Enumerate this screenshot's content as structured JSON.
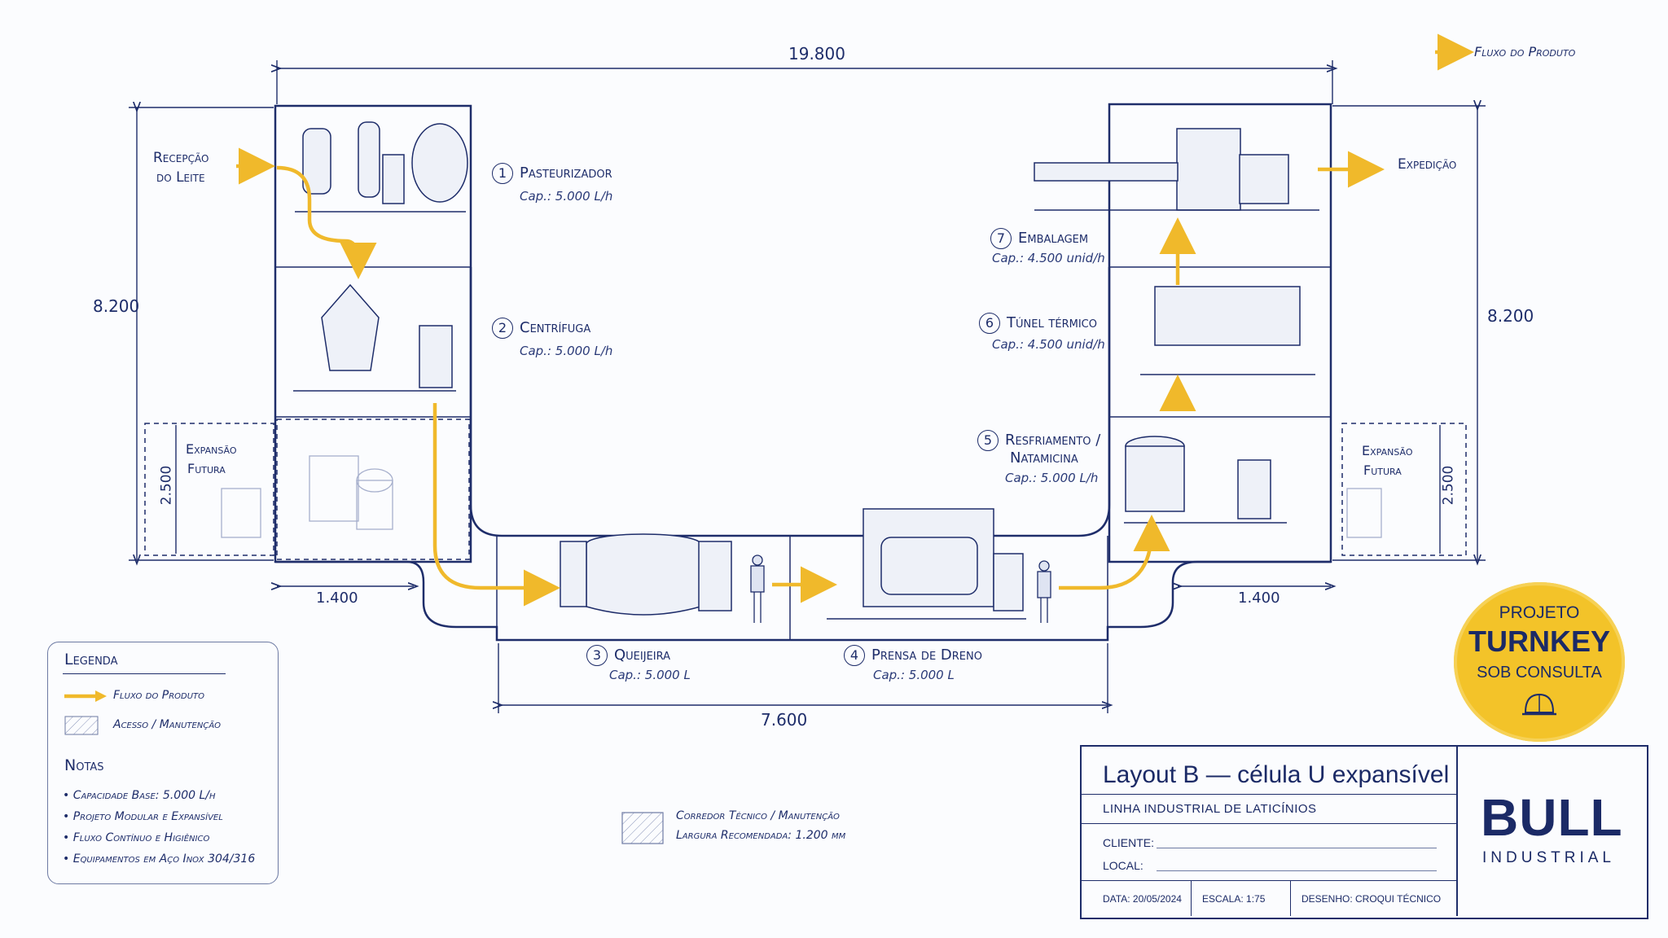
{
  "legend_flow": {
    "label": "Fluxo do Produto"
  },
  "dimensions": {
    "top_width": "19.800",
    "left_height": "8.200",
    "right_height": "8.200",
    "left_expansion_height": "2.500",
    "right_expansion_height": "2.500",
    "left_expansion_width": "1.400",
    "right_expansion_width": "1.400",
    "bottom_width": "7.600"
  },
  "inputs": {
    "receipt_line1": "Recepção",
    "receipt_line2": "do Leite",
    "shipping": "Expedição"
  },
  "expansion": {
    "line1": "Expansão",
    "line2": "Futura"
  },
  "stations": [
    {
      "number": "1",
      "name": "Pasteurizador",
      "capacity": "Cap.: 5.000 L/h"
    },
    {
      "number": "2",
      "name": "Centrífuga",
      "capacity": "Cap.: 5.000 L/h"
    },
    {
      "number": "3",
      "name": "Queijeira",
      "capacity": "Cap.: 5.000 L"
    },
    {
      "number": "4",
      "name": "Prensa de Dreno",
      "capacity": "Cap.: 5.000 L"
    },
    {
      "number": "5",
      "name_line1": "Resfriamento /",
      "name_line2": "Natamicina",
      "capacity": "Cap.: 5.000 L/h"
    },
    {
      "number": "6",
      "name": "Túnel térmico",
      "capacity": "Cap.: 4.500 unid/h"
    },
    {
      "number": "7",
      "name": "Embalagem",
      "capacity": "Cap.: 4.500 unid/h"
    }
  ],
  "legend": {
    "title": "Legenda",
    "flow": "Fluxo do Produto",
    "access": "Acesso / Manutenção",
    "notes_title": "Notas",
    "notes": [
      "Capacidade Base: 5.000 L/h",
      "Projeto Modular e Expansível",
      "Fluxo Contínuo e Higiênico",
      "Equipamentos em Aço Inox 304/316"
    ]
  },
  "corridor": {
    "line1": "Corredor Técnico / Manutenção",
    "line2": "Largura Recomendada: 1.200 mm"
  },
  "badge": {
    "line1": "PROJETO",
    "line2": "TURNKEY",
    "line3": "SOB CONSULTA"
  },
  "title_block": {
    "title": "Layout B — célula U expansível",
    "subtitle": "LINHA INDUSTRIAL DE LATICÍNIOS",
    "client_label": "CLIENTE:",
    "local_label": "LOCAL:",
    "date": "DATA: 20/05/2024",
    "scale": "ESCALA: 1:75",
    "drawing": "DESENHO: CROQUI TÉCNICO",
    "brand": "BULL",
    "brand_sub": "INDUSTRIAL"
  },
  "colors": {
    "ink": "#1e2d6a",
    "flow": "#f0b92b",
    "badge": "#f3c329",
    "paper": "#fbfcfe"
  }
}
